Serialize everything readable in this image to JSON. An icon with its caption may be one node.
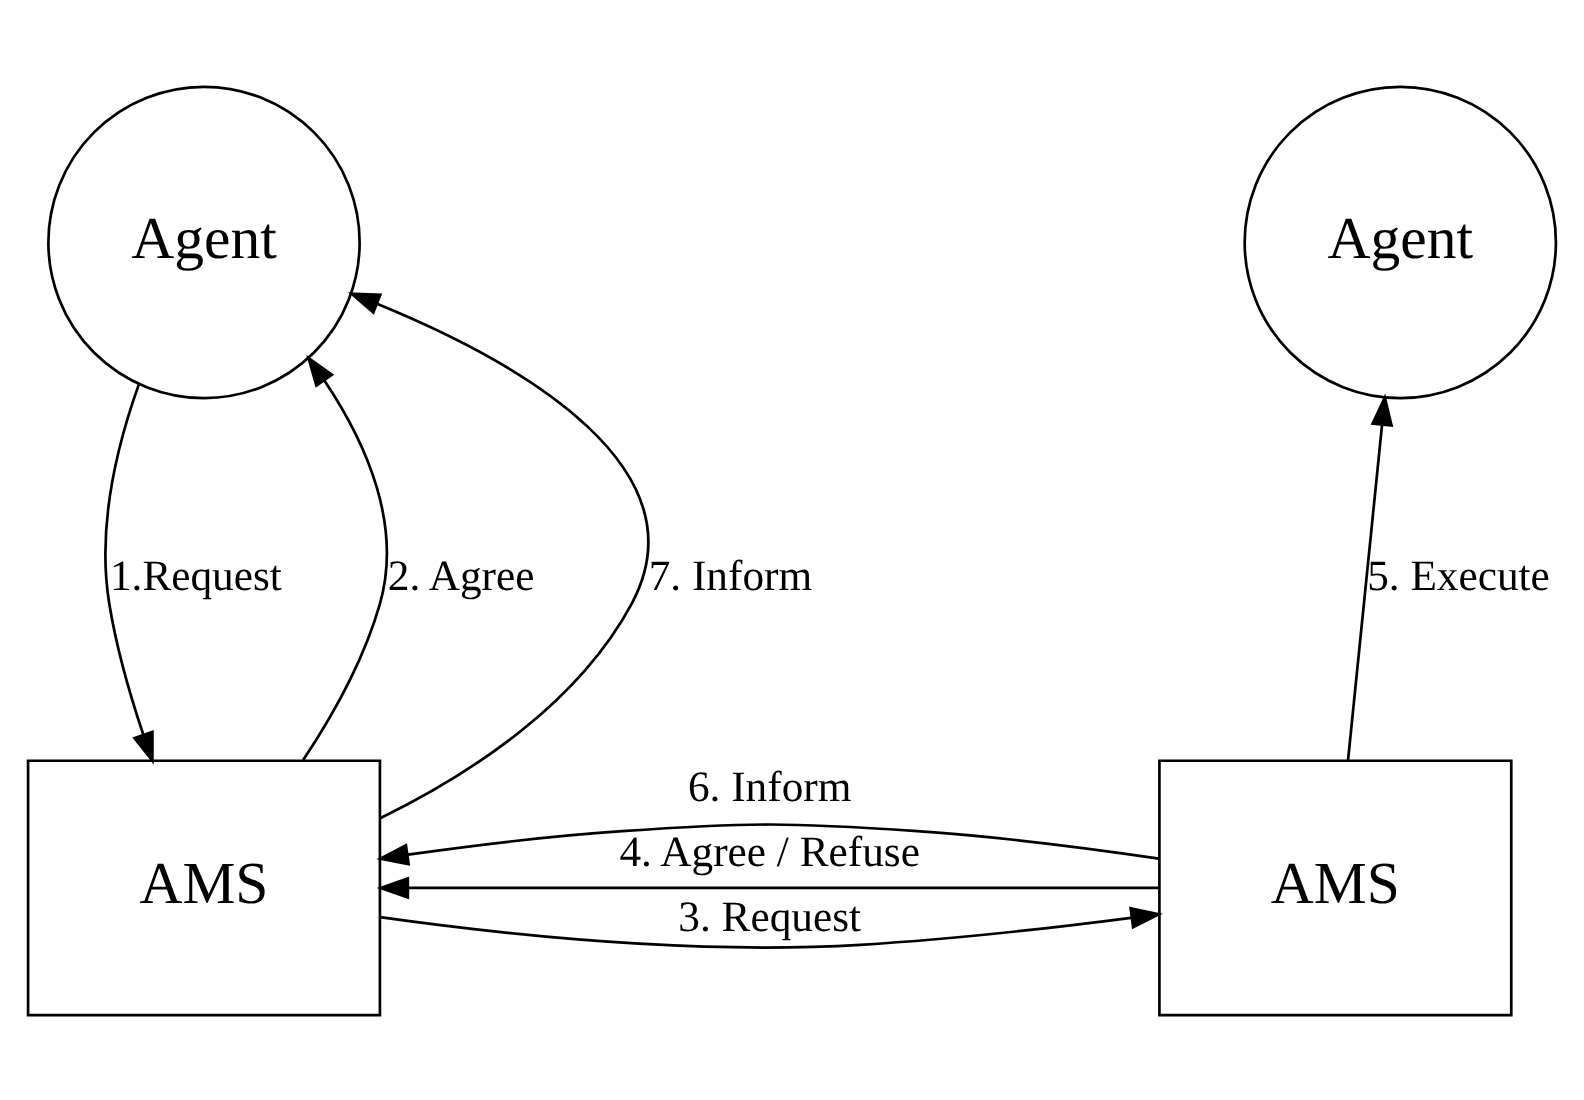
{
  "diagram": {
    "nodes": [
      {
        "text": [
          "Agent"
        ]
      },
      {
        "text": [
          "Agent"
        ]
      },
      {
        "text": [
          "AMS"
        ]
      },
      {
        "text": [
          "AMS"
        ]
      }
    ],
    "edges": [
      {
        "from": 2,
        "to": 0,
        "arrow": "to",
        "label": "2. Agree"
      },
      {
        "from": 2,
        "to": 0,
        "arrow": "to",
        "label": "7. Inform"
      },
      {
        "from": 0,
        "to": 2,
        "arrow": "to",
        "label": "1.Request"
      },
      {
        "from": 2,
        "to": 3,
        "arrow": "to",
        "label": "3. Request"
      },
      {
        "from": 3,
        "to": 2,
        "arrow": "to",
        "label": "4. Agree / Refuse"
      },
      {
        "from": 3,
        "to": 2,
        "arrow": "to",
        "label": "6. Inform"
      },
      {
        "from": 3,
        "to": 1,
        "arrow": "to",
        "label": "5. Execute"
      }
    ]
  }
}
